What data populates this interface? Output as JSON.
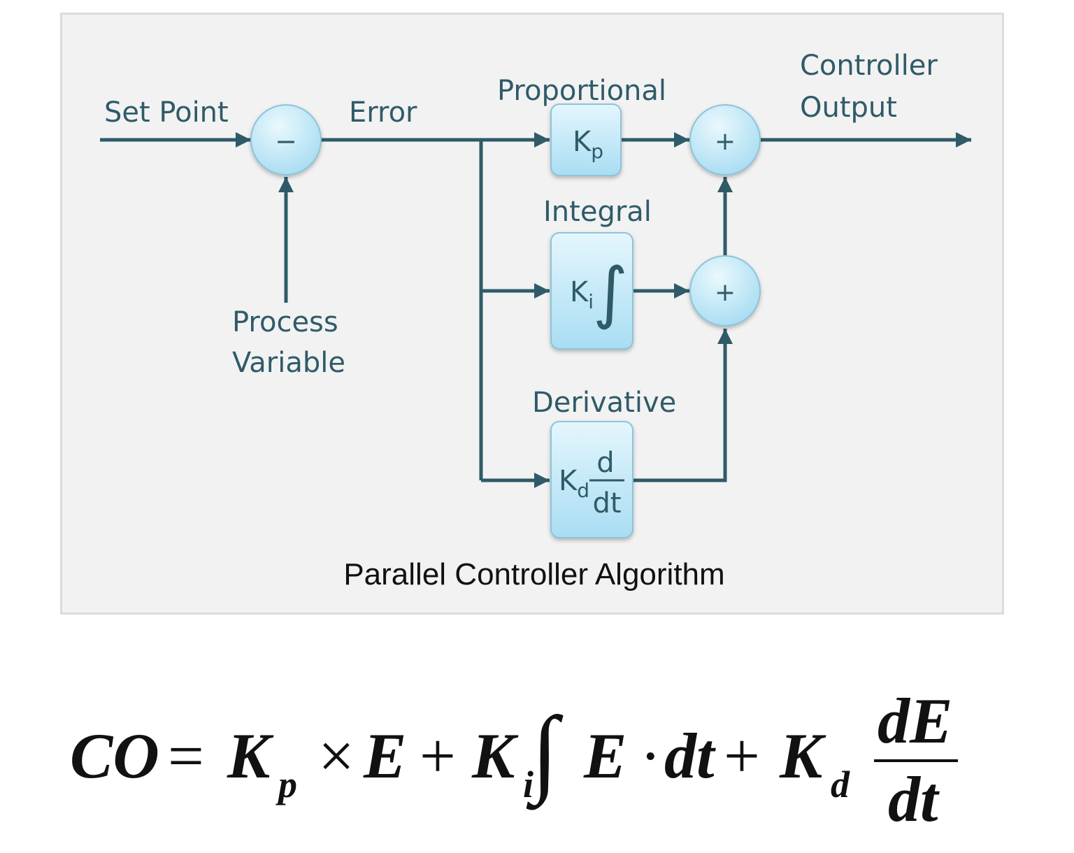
{
  "diagram": {
    "labels": {
      "set_point": "Set Point",
      "error": "Error",
      "proportional": "Proportional",
      "integral": "Integral",
      "derivative": "Derivative",
      "process_variable_line1": "Process",
      "process_variable_line2": "Variable",
      "controller_output_line1": "Controller",
      "controller_output_line2": "Output"
    },
    "junctions": {
      "subtract_sign": "−",
      "sum_top_sign": "+",
      "sum_bottom_sign": "+"
    },
    "blocks": {
      "proportional": {
        "k": "K",
        "sub": "p"
      },
      "integral": {
        "k": "K",
        "sub": "i",
        "symbol": "∫"
      },
      "derivative": {
        "k": "K",
        "sub": "d",
        "num": "d",
        "den": "dt"
      }
    },
    "caption": "Parallel Controller Algorithm",
    "colors": {
      "line": "#2f5b68",
      "block_fill_top": "#e4f6fd",
      "block_fill_bottom": "#a9ddf3",
      "block_stroke": "#8cc4da",
      "panel_bg": "#f2f2f2"
    }
  },
  "formula": {
    "co": "CO",
    "eq": "=",
    "k1": "K",
    "p": "p",
    "times": "×",
    "e1": "E",
    "plus1": "+",
    "k2": "K",
    "i": "i",
    "integral": "∫",
    "e2": "E",
    "dot": "·",
    "dt1": "dt",
    "plus2": "+",
    "k3": "K",
    "d": "d",
    "num": "dE",
    "den": "dt"
  }
}
